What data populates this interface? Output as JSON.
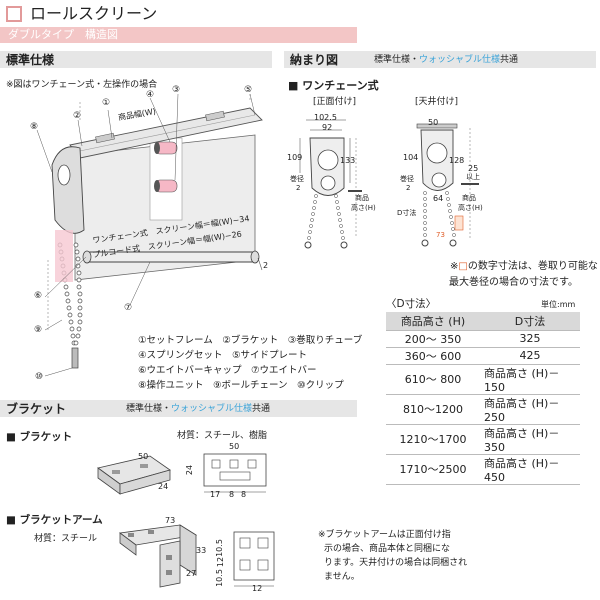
{
  "title": "ロールスクリーン",
  "subtitle": "ダブルタイプ　構造図",
  "sections": {
    "standard": "標準仕様",
    "fit": "納まり図",
    "bracket": "ブラケット"
  },
  "fit_common": {
    "a": "標準仕様・",
    "b": "ウォッシャブル仕様",
    "c": "共通"
  },
  "bracket_common": {
    "a": "標準仕様・",
    "b": "ウォッシャブル仕様",
    "c": "共通"
  },
  "note_chain": "※図はワンチェーン式・左操作の場合",
  "labels": {
    "product_width": "商品幅(W)",
    "one_chain_width": "ワンチェーン式　スクリーン幅＝幅(W)−34",
    "pull_cord_width": "プルコード式　スクリーン幅＝幅(W)−26",
    "dim_2": "2"
  },
  "callouts": [
    "①",
    "②",
    "③",
    "④",
    "⑤",
    "⑥",
    "⑦",
    "⑧",
    "⑨",
    "⑩"
  ],
  "parts": [
    "①セットフレーム　②ブラケット　③巻取りチューブ",
    "④スプリングセット　⑤サイドプレート",
    "⑥ウエイトバーキャップ　⑦ウエイトバー",
    "⑧操作ユニット　⑨ボールチェーン　⑩クリップ"
  ],
  "one_chain": "■ ワンチェーン式",
  "front_mount": "[正面付け]",
  "ceiling_mount": "[天井付け]",
  "front_dims": {
    "a": "102.5",
    "b": "92",
    "c": "109",
    "d": "133",
    "e": "巻径",
    "f": "2",
    "g": "商品",
    "h": "高さ(H)"
  },
  "ceiling_dims": {
    "a": "50",
    "b": "104",
    "c": "128",
    "d": "25",
    "e": "以上",
    "f": "64",
    "g": "巻径",
    "h": "2",
    "i": "D寸法",
    "j": "商品",
    "k": "高さ(H)",
    "l": "73"
  },
  "note_red": "※",
  "note_red_body1": "の数字寸法は、巻取り可能な",
  "note_red_body2": "最大巻径の場合の寸法です。",
  "d_title": "〈D寸法〉",
  "unit": "単位:mm",
  "d_table": {
    "headers": [
      "商品高さ (H)",
      "D寸法"
    ],
    "rows": [
      [
        "200〜 350",
        "325"
      ],
      [
        "360〜 600",
        "425"
      ],
      [
        "610〜 800",
        "商品高さ (H)－150"
      ],
      [
        "810〜1200",
        "商品高さ (H)－250"
      ],
      [
        "1210〜1700",
        "商品高さ (H)－350"
      ],
      [
        "1710〜2500",
        "商品高さ (H)－450"
      ]
    ]
  },
  "bracket_head": "■ ブラケット",
  "bracket_material": "材質：スチール、樹脂",
  "bracket_dims": {
    "a": "50",
    "b": "24",
    "c": "50",
    "d": "24",
    "e": "17",
    "f": "8",
    "g": "8"
  },
  "arm_head": "■ ブラケットアーム",
  "arm_material": "材質：スチール",
  "arm_dims": {
    "a": "73",
    "b": "33",
    "c": "27",
    "d": "10.5",
    "e": "12",
    "f": "10.5",
    "g": "12"
  },
  "arm_note": [
    "※ブラケットアームは正面付け指",
    "示の場合、商品本体と同梱にな",
    "ります。天井付けの場合は同梱され",
    "ません。"
  ]
}
